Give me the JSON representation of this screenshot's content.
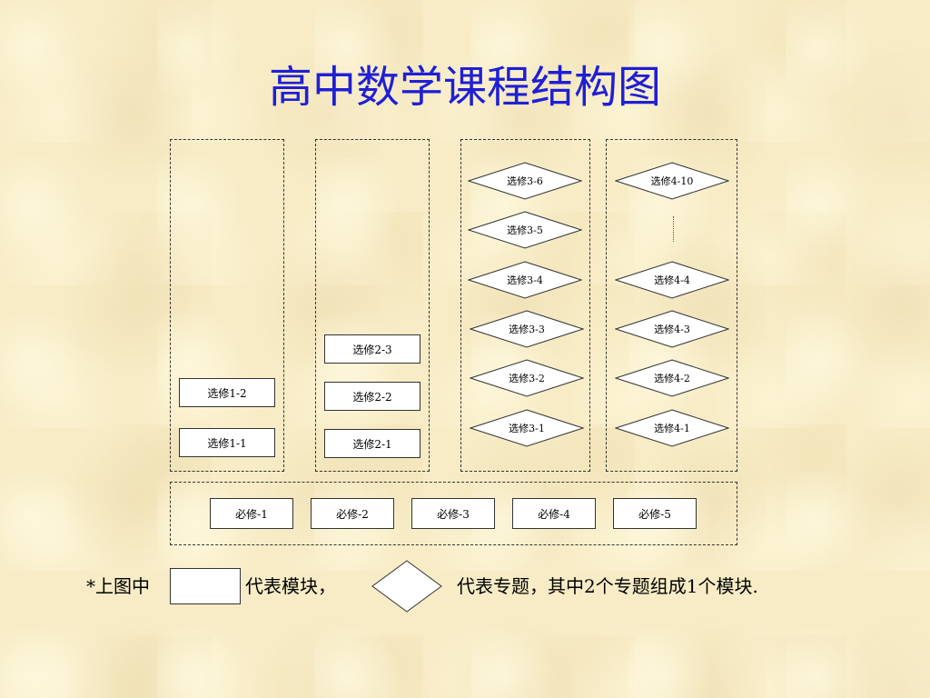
{
  "title": "高中数学课程结构图",
  "columns": {
    "col1": {
      "modules": [
        "选修1-2",
        "选修1-1"
      ]
    },
    "col2": {
      "modules": [
        "选修2-3",
        "选修2-2",
        "选修2-1"
      ]
    },
    "col3": {
      "topics": [
        "选修3-6",
        "选修3-5",
        "选修3-4",
        "选修3-3",
        "选修3-2",
        "选修3-1"
      ]
    },
    "col4": {
      "topics": [
        "选修4-10",
        "选修4-4",
        "选修4-3",
        "选修4-2",
        "选修4-1"
      ],
      "ellipsis": "……"
    }
  },
  "required": [
    "必修-1",
    "必修-2",
    "必修-3",
    "必修-4",
    "必修-5"
  ],
  "legend": {
    "prefix": "*上图中",
    "module_text": "代表模块，",
    "topic_text": "代表专题，其中2个专题组成1个模块."
  }
}
